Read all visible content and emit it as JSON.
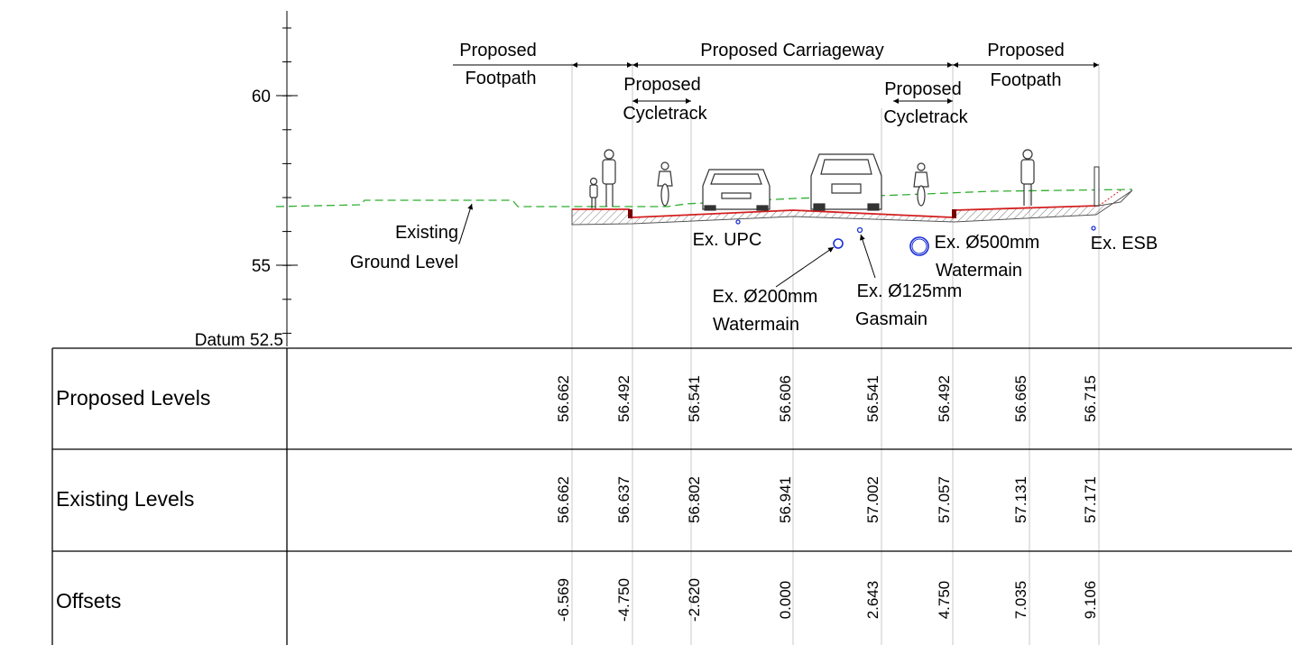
{
  "section_labels": {
    "footpath_left_1": "Proposed",
    "footpath_left_2": "Footpath",
    "carriageway": "Proposed Carriageway",
    "footpath_right_1": "Proposed",
    "footpath_right_2": "Footpath",
    "cycletrack_left_1": "Proposed",
    "cycletrack_left_2": "Cycletrack",
    "cycletrack_right_1": "Proposed",
    "cycletrack_right_2": "Cycletrack"
  },
  "annotations": {
    "existing_ground_1": "Existing",
    "existing_ground_2": "Ground Level",
    "upc": "Ex. UPC",
    "wm200_1": "Ex. Ø200mm",
    "wm200_2": "Watermain",
    "gas125_1": "Ex. Ø125mm",
    "gas125_2": "Gasmain",
    "wm500_1": "Ex. Ø500mm",
    "wm500_2": "Watermain",
    "esb": "Ex. ESB"
  },
  "axis": {
    "label_60": "60",
    "label_55": "55",
    "datum": "Datum 52.5"
  },
  "table": {
    "rows": [
      {
        "label": "Proposed Levels",
        "values": [
          "56.662",
          "56.492",
          "56.541",
          "56.606",
          "56.541",
          "56.492",
          "56.665",
          "56.715"
        ]
      },
      {
        "label": "Existing Levels",
        "values": [
          "56.662",
          "56.637",
          "56.802",
          "56.941",
          "57.002",
          "57.057",
          "57.131",
          "57.171"
        ]
      },
      {
        "label": "Offsets",
        "values": [
          "-6.569",
          "-4.750",
          "-2.620",
          "0.000",
          "2.643",
          "4.750",
          "7.035",
          "9.106"
        ]
      }
    ]
  },
  "colors": {
    "existing_ground": "#2fae2f",
    "proposed_surface": "#d42020",
    "utility": "#1a2fd6",
    "guide": "#c8c8c8"
  }
}
